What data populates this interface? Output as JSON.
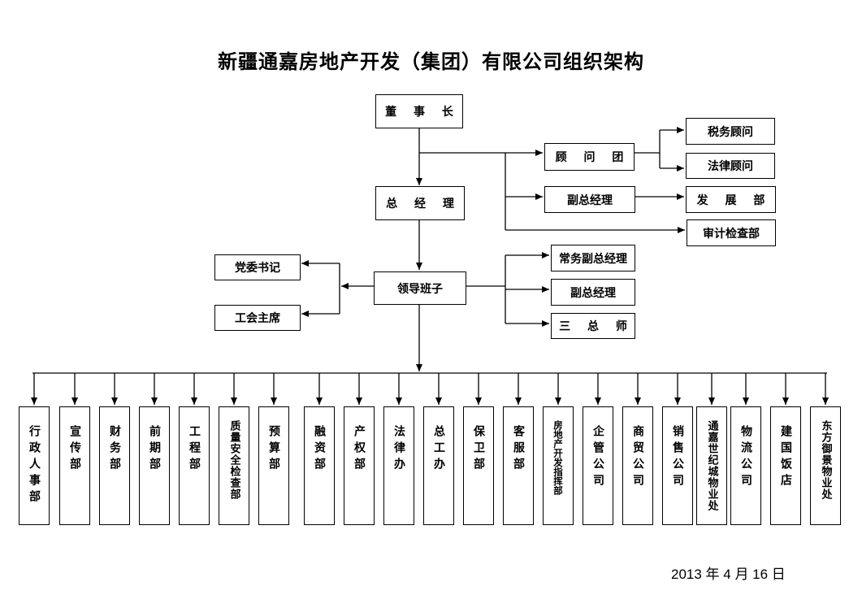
{
  "title": "新疆通嘉房地产开发（集团）有限公司组织架构",
  "date": "2013 年 4 月 16 日",
  "nodes": {
    "chairman": "董 事 长",
    "advisors": "顾 问 团",
    "tax_advisor": "税务顾问",
    "legal_advisor": "法律顾问",
    "vp_top": "副总经理",
    "development": "发 展 部",
    "audit": "审计检查部",
    "gm": "总 经 理",
    "leadership": "领导班子",
    "party_secretary": "党委书记",
    "union_chair": "工会主席",
    "exec_vp": "常务副总经理",
    "vp": "副总经理",
    "three_chiefs": "三 总 师"
  },
  "departments": [
    "行政人事部",
    "宣传部",
    "财务部",
    "前期部",
    "工程部",
    "质量安全检查部",
    "预算部",
    "融资部",
    "产权部",
    "法律办",
    "总工办",
    "保卫部",
    "客服部",
    "房地产开发指挥部",
    "企管公司",
    "商贸公司",
    "销售公司",
    "通嘉世纪城物业处",
    "物流公司",
    "建国饭店",
    "东方御景物业处"
  ]
}
